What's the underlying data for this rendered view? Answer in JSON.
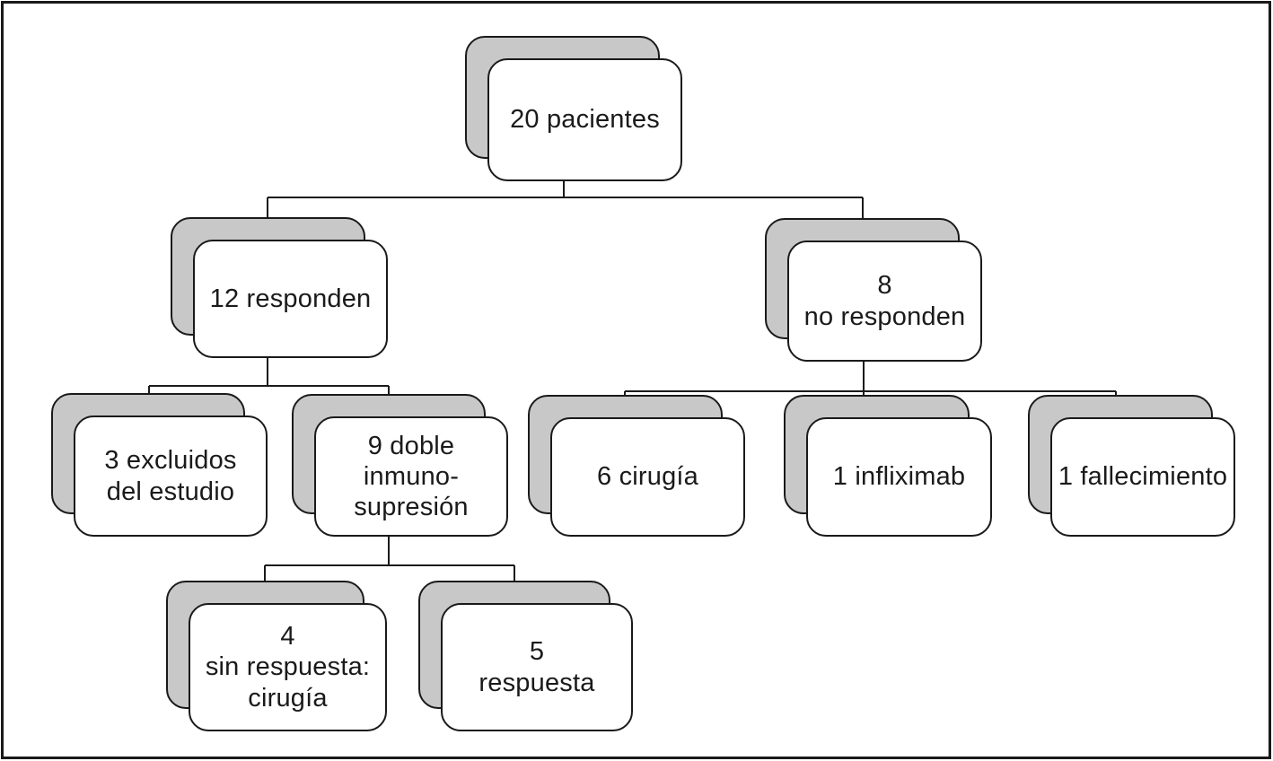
{
  "figure": {
    "type": "flowchart",
    "language": "es",
    "colors": {
      "border": "#1a1a1a",
      "box_fill": "#ffffff",
      "shadow_fill": "#c8c8c8",
      "background": "#ffffff"
    },
    "nodes": {
      "pacientes": "20 pacientes",
      "responden": "12 responden",
      "no_responden": "8\nno responden",
      "excluidos": "3 excluidos\ndel estudio",
      "doble_inmunosupresion": "9 doble\ninmuno-\nsupresión",
      "cirugia": "6 cirugía",
      "infliximab": "1 infliximab",
      "fallecimiento": "1 fallecimiento",
      "sin_respuesta_cirugia": "4\nsin respuesta:\ncirugía",
      "respuesta": "5\nrespuesta"
    },
    "edges": [
      {
        "from": "pacientes",
        "to": "responden"
      },
      {
        "from": "pacientes",
        "to": "no_responden"
      },
      {
        "from": "responden",
        "to": "excluidos"
      },
      {
        "from": "responden",
        "to": "doble_inmunosupresion"
      },
      {
        "from": "no_responden",
        "to": "cirugia"
      },
      {
        "from": "no_responden",
        "to": "infliximab"
      },
      {
        "from": "no_responden",
        "to": "fallecimiento"
      },
      {
        "from": "doble_inmunosupresion",
        "to": "sin_respuesta_cirugia"
      },
      {
        "from": "doble_inmunosupresion",
        "to": "respuesta"
      }
    ]
  }
}
